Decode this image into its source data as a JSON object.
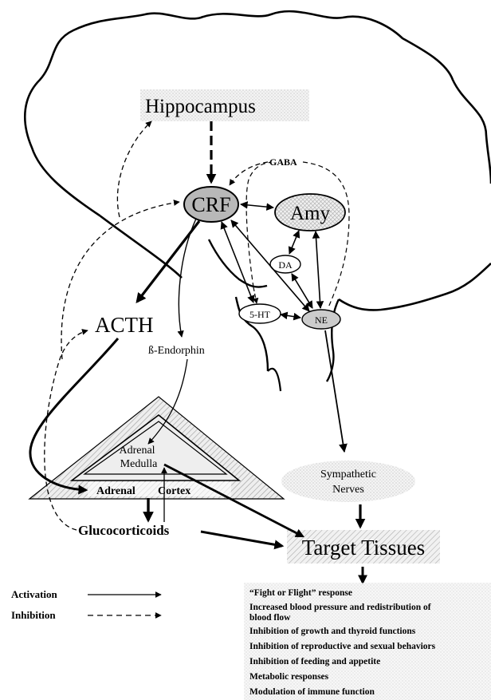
{
  "nodes": {
    "hippocampus": "Hippocampus",
    "crf": "CRF",
    "gaba": "GABA",
    "amy": "Amy",
    "da": "DA",
    "five_ht": "5-HT",
    "ne": "NE",
    "acth": "ACTH",
    "endorphin": "ß-Endorphin",
    "adrenal_medulla_line1": "Adrenal",
    "adrenal_medulla_line2": "Medulla",
    "adrenal_cortex_left": "Adrenal",
    "adrenal_cortex_right": "Cortex",
    "glucocorticoids": "Glucocorticoids",
    "sympathetic_line1": "Sympathetic",
    "sympathetic_line2": "Nerves",
    "target_tissues": "Target Tissues"
  },
  "legend": {
    "activation": "Activation",
    "inhibition": "Inhibition"
  },
  "responses": [
    "“Fight or Flight” response",
    "Increased blood pressure and redistribution of",
    "blood flow",
    "Inhibition of growth and thyroid functions",
    "Inhibition of reproductive and sexual behaviors",
    "Inhibition of feeding and appetite",
    "Metabolic responses",
    "Modulation of immune function"
  ]
}
